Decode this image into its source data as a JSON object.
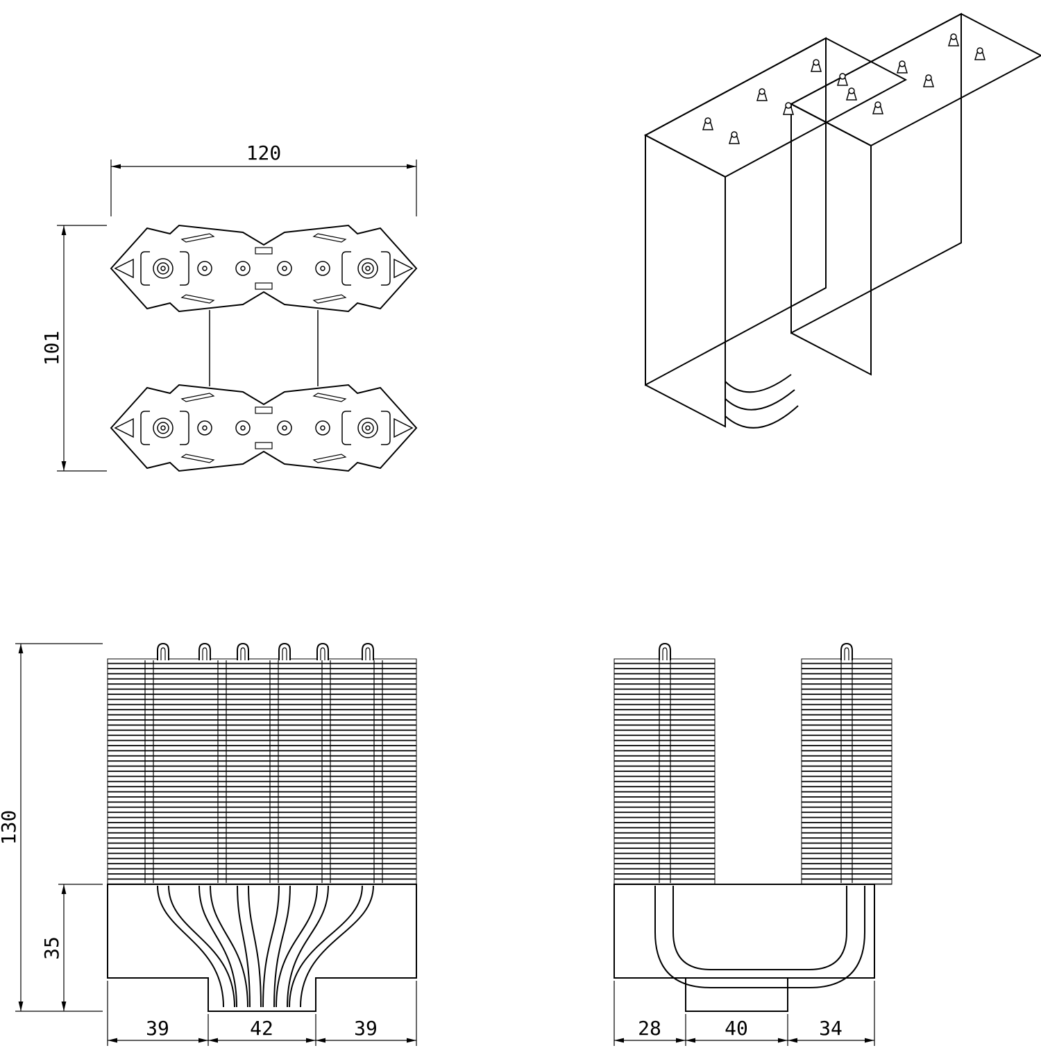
{
  "colors": {
    "line": "#000000",
    "background": "#ffffff"
  },
  "top_view": {
    "width": "120",
    "height": "101"
  },
  "front_view": {
    "total_height": "130",
    "base_height": "35",
    "bottom": [
      "39",
      "42",
      "39"
    ]
  },
  "side_view": {
    "bottom": [
      "28",
      "40",
      "34"
    ]
  }
}
